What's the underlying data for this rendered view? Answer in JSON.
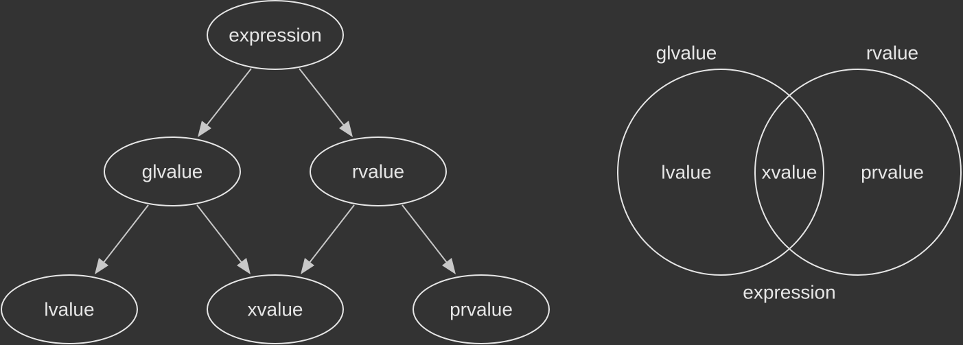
{
  "colors": {
    "background": "#333333",
    "foreground": "#e6e6e6",
    "edge": "#c8c8c8"
  },
  "tree": {
    "nodes": {
      "expression": "expression",
      "glvalue": "glvalue",
      "rvalue": "rvalue",
      "lvalue": "lvalue",
      "xvalue": "xvalue",
      "prvalue": "prvalue"
    },
    "edges": [
      {
        "from": "expression",
        "to": "glvalue"
      },
      {
        "from": "expression",
        "to": "rvalue"
      },
      {
        "from": "glvalue",
        "to": "lvalue"
      },
      {
        "from": "glvalue",
        "to": "xvalue"
      },
      {
        "from": "rvalue",
        "to": "xvalue"
      },
      {
        "from": "rvalue",
        "to": "prvalue"
      }
    ]
  },
  "venn": {
    "left_set": "glvalue",
    "right_set": "rvalue",
    "left_only": "lvalue",
    "intersection": "xvalue",
    "right_only": "prvalue",
    "union": "expression"
  }
}
